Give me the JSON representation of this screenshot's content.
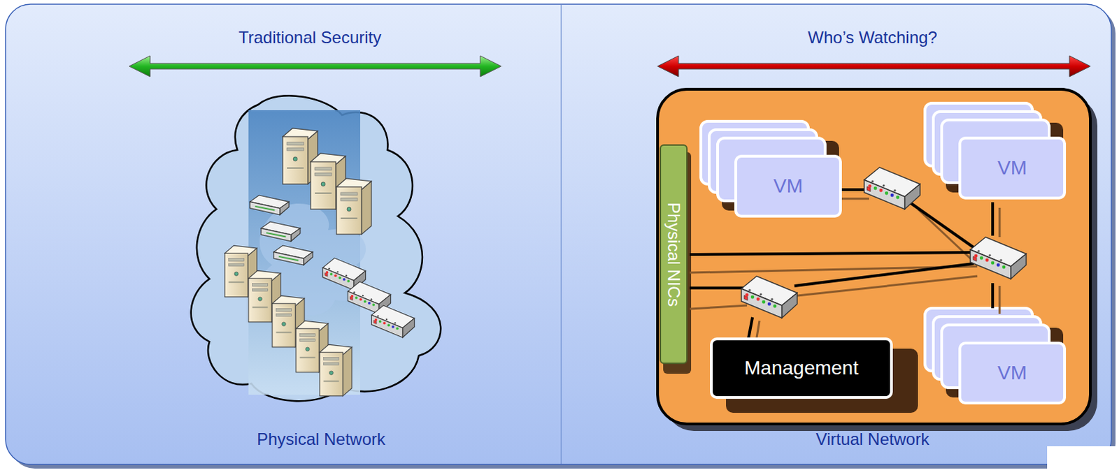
{
  "diagram": {
    "nodes": [
      {
        "text": [
          "Physical NICs"
        ]
      },
      {
        "text": [
          "VM"
        ]
      },
      {
        "text": [
          "VM"
        ]
      },
      {
        "text": [
          "Management"
        ]
      },
      {
        "text": [
          "VM"
        ]
      }
    ],
    "labels": [
      "Traditional Security",
      "Who’s Watching?",
      "Physical Network",
      "Virtual Network"
    ]
  }
}
